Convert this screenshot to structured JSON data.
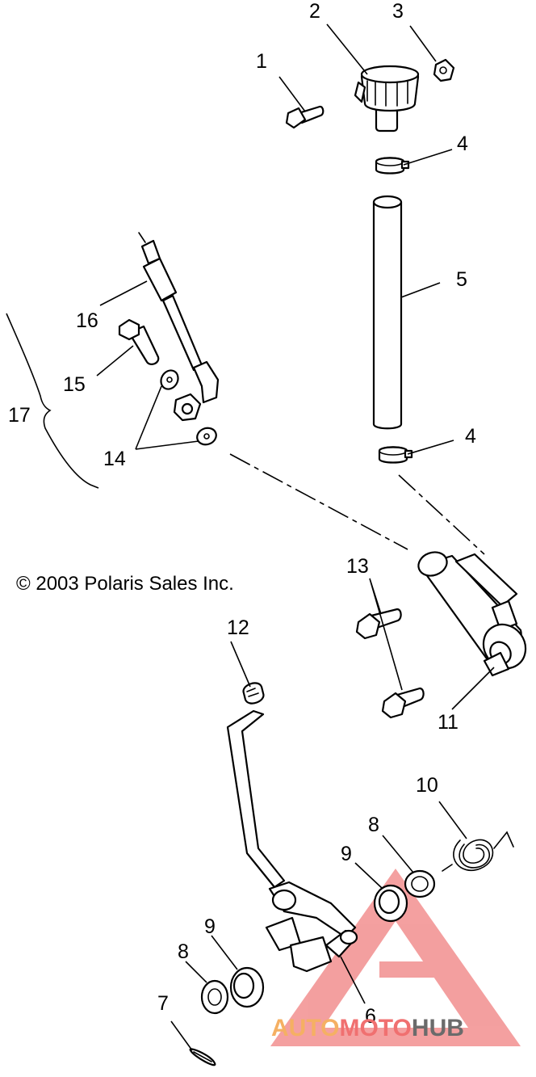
{
  "callouts": {
    "c1": "1",
    "c2": "2",
    "c3": "3",
    "c4a": "4",
    "c4b": "4",
    "c5": "5",
    "c6": "6",
    "c7": "7",
    "c8a": "8",
    "c8b": "8",
    "c9a": "9",
    "c9b": "9",
    "c10": "10",
    "c11": "11",
    "c12": "12",
    "c13": "13",
    "c14": "14",
    "c15": "15",
    "c16": "16",
    "c17": "17"
  },
  "copyright": "© 2003 Polaris Sales Inc.",
  "watermark": {
    "part1": "AUTO",
    "part2": "MOTO",
    "part3": "HUB",
    "colors": {
      "auto": "#f5b063",
      "moto": "#f07070",
      "hub": "#6b6b6b",
      "logo": "#f08080"
    }
  }
}
